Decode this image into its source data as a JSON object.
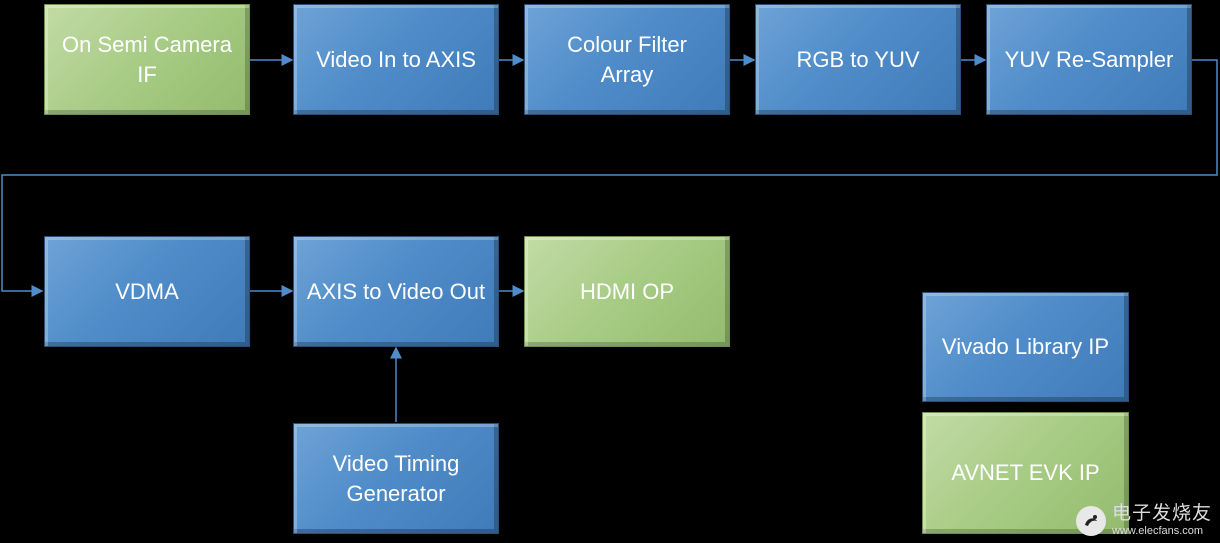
{
  "blocks": {
    "on_semi_camera_if": "On Semi Camera\nIF",
    "video_in_to_axis": "Video In to AXIS",
    "colour_filter_array": "Colour Filter\nArray",
    "rgb_to_yuv": "RGB to YUV",
    "yuv_resampler": "YUV Re-Sampler",
    "vdma": "VDMA",
    "axis_to_video_out": "AXIS to Video Out",
    "hdmi_op": "HDMI OP",
    "video_timing_generator": "Video Timing\nGenerator"
  },
  "legend": {
    "vivado_library_ip": "Vivado Library IP",
    "avnet_evk_ip": "AVNET EVK IP"
  },
  "colors": {
    "vivado_ip": "#4f8cc9",
    "avnet_ip": "#a9cd87",
    "connector": "#4f8cc9"
  },
  "watermark": {
    "name": "电子发烧友",
    "url": "www.elecfans.com"
  }
}
